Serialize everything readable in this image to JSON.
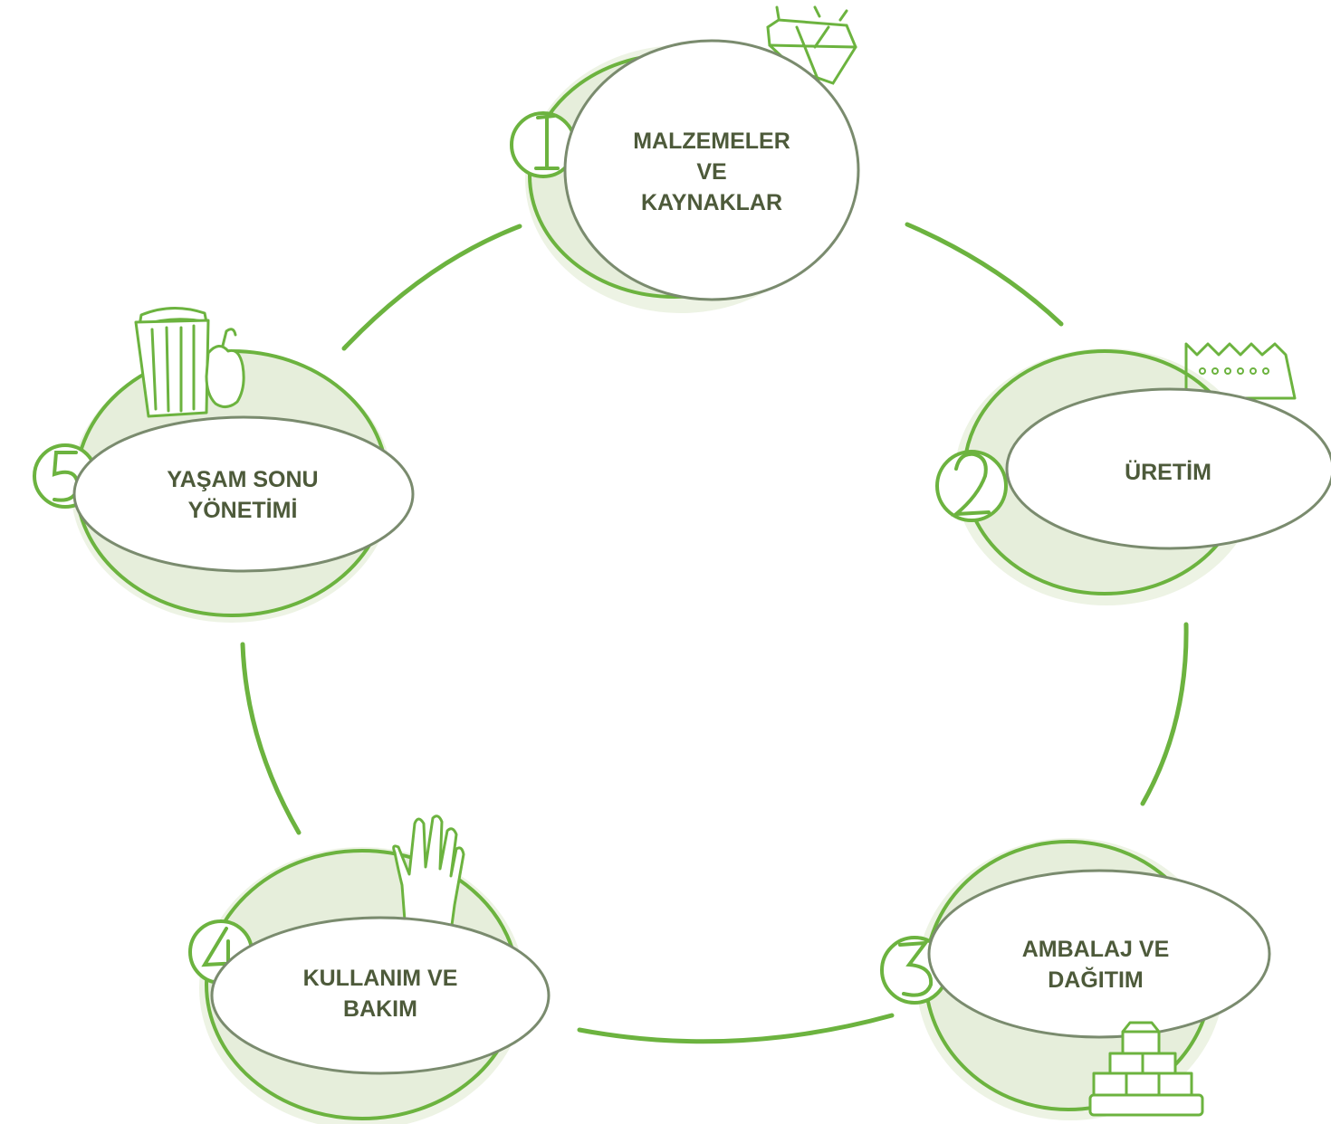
{
  "colors": {
    "stroke_green": "#6cb33f",
    "light_fill": "#e6eedb",
    "light_ring": "#edf3e4",
    "oval_border": "#7a8b6e",
    "oval_fill": "#ffffff",
    "text": "#4d5a3a"
  },
  "stages": [
    {
      "number": "1",
      "lines": [
        "MALZEMELER",
        "VE",
        "KAYNAKLAR"
      ],
      "icon": "diamond-icon"
    },
    {
      "number": "2",
      "lines": [
        "ÜRETİM"
      ],
      "icon": "factory-icon"
    },
    {
      "number": "3",
      "lines": [
        "AMBALAJ VE",
        "DAĞITIM"
      ],
      "icon": "boxes-icon"
    },
    {
      "number": "4",
      "lines": [
        "KULLANIM VE",
        "BAKIM"
      ],
      "icon": "hand-icon"
    },
    {
      "number": "5",
      "lines": [
        "YAŞAM SONU",
        "YÖNETİMİ"
      ],
      "icon": "trash-can-icon"
    }
  ]
}
